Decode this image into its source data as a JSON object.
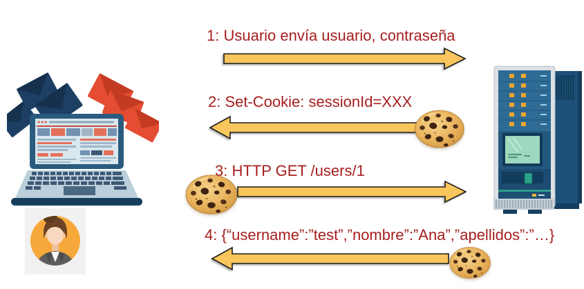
{
  "diagram": {
    "kind": "session-cookie-authentication-flow",
    "client_icon": "laptop-with-envelopes",
    "user_icon": "woman-avatar",
    "server_icon": "server-tower",
    "cookie_icon": "chocolate-chip-cookie"
  },
  "messages": [
    {
      "id": "1",
      "label": "1: Usuario envía usuario, contraseña",
      "direction": "right",
      "cookie": "none"
    },
    {
      "id": "2",
      "label": "2: Set-Cookie: sessionId=XXX",
      "direction": "left",
      "cookie": "right-end"
    },
    {
      "id": "3",
      "label": "3: HTTP GET /users/1",
      "direction": "right",
      "cookie": "left-start"
    },
    {
      "id": "4",
      "label": "4: {“username”:”test”,”nombre”:”Ana”,”apellidos”:”…}",
      "direction": "left",
      "cookie": "right-end"
    }
  ],
  "colors": {
    "label_text": "#A61E1E",
    "arrow_fill": "#F8C65C",
    "arrow_stroke": "#1C1C1C",
    "background": "#FFFFFF"
  }
}
